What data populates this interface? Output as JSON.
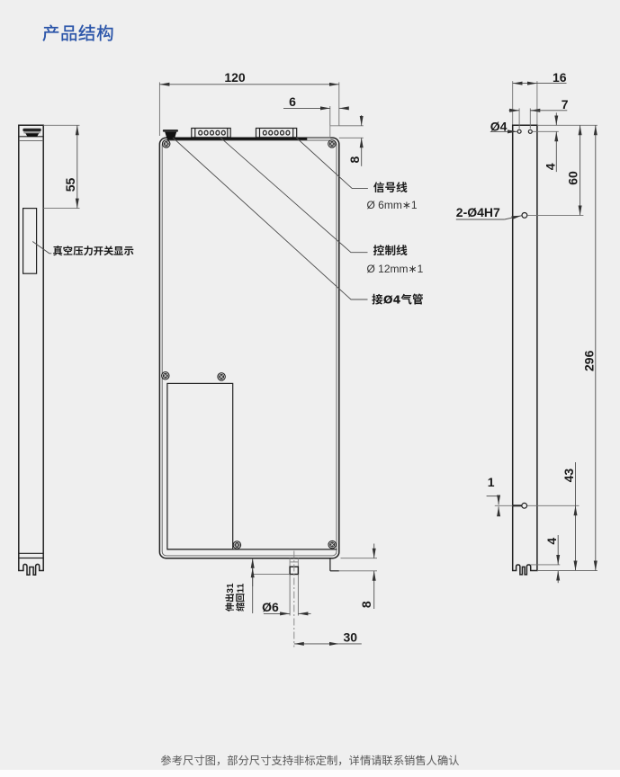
{
  "page": {
    "title": "产品结构",
    "footer_note": "参考尺寸图，部分尺寸支持非标定制，详情请联系销售人确认"
  },
  "colors": {
    "background": "#efefef",
    "title_blue": "#2b55a9",
    "text_dark": "#1a1a1a",
    "line_dark": "#222222",
    "footer_gray": "#585858"
  },
  "left_side_view": {
    "dim_display_top": "55",
    "display_label": "真空压力开关显示"
  },
  "front_view": {
    "dim_width": "120",
    "dim_step_width": "6",
    "dim_step_height": "8",
    "signal_label": "信号线",
    "signal_spec": "Ø 6mm∗1",
    "control_label": "控制线",
    "control_spec": "Ø 12mm∗1",
    "air_label": "接Ø4气管",
    "stroke_extend": "伸出31",
    "stroke_retract": "缩回11",
    "dim_rod_dia": "Ø6",
    "dim_rod_offset": "30",
    "dim_bottom_step": "8"
  },
  "right_side_view": {
    "dim_depth": "16",
    "dim_hole_span": "7",
    "hole_dia_label": "Ø4",
    "dim_hole_top": "4",
    "dim_upper_hole": "60",
    "dowel_holes_label": "2-Ø4H7",
    "dim_total_height": "296",
    "dim_slot_width": "1",
    "dim_lower_hole": "43",
    "dim_foot_height": "4"
  }
}
